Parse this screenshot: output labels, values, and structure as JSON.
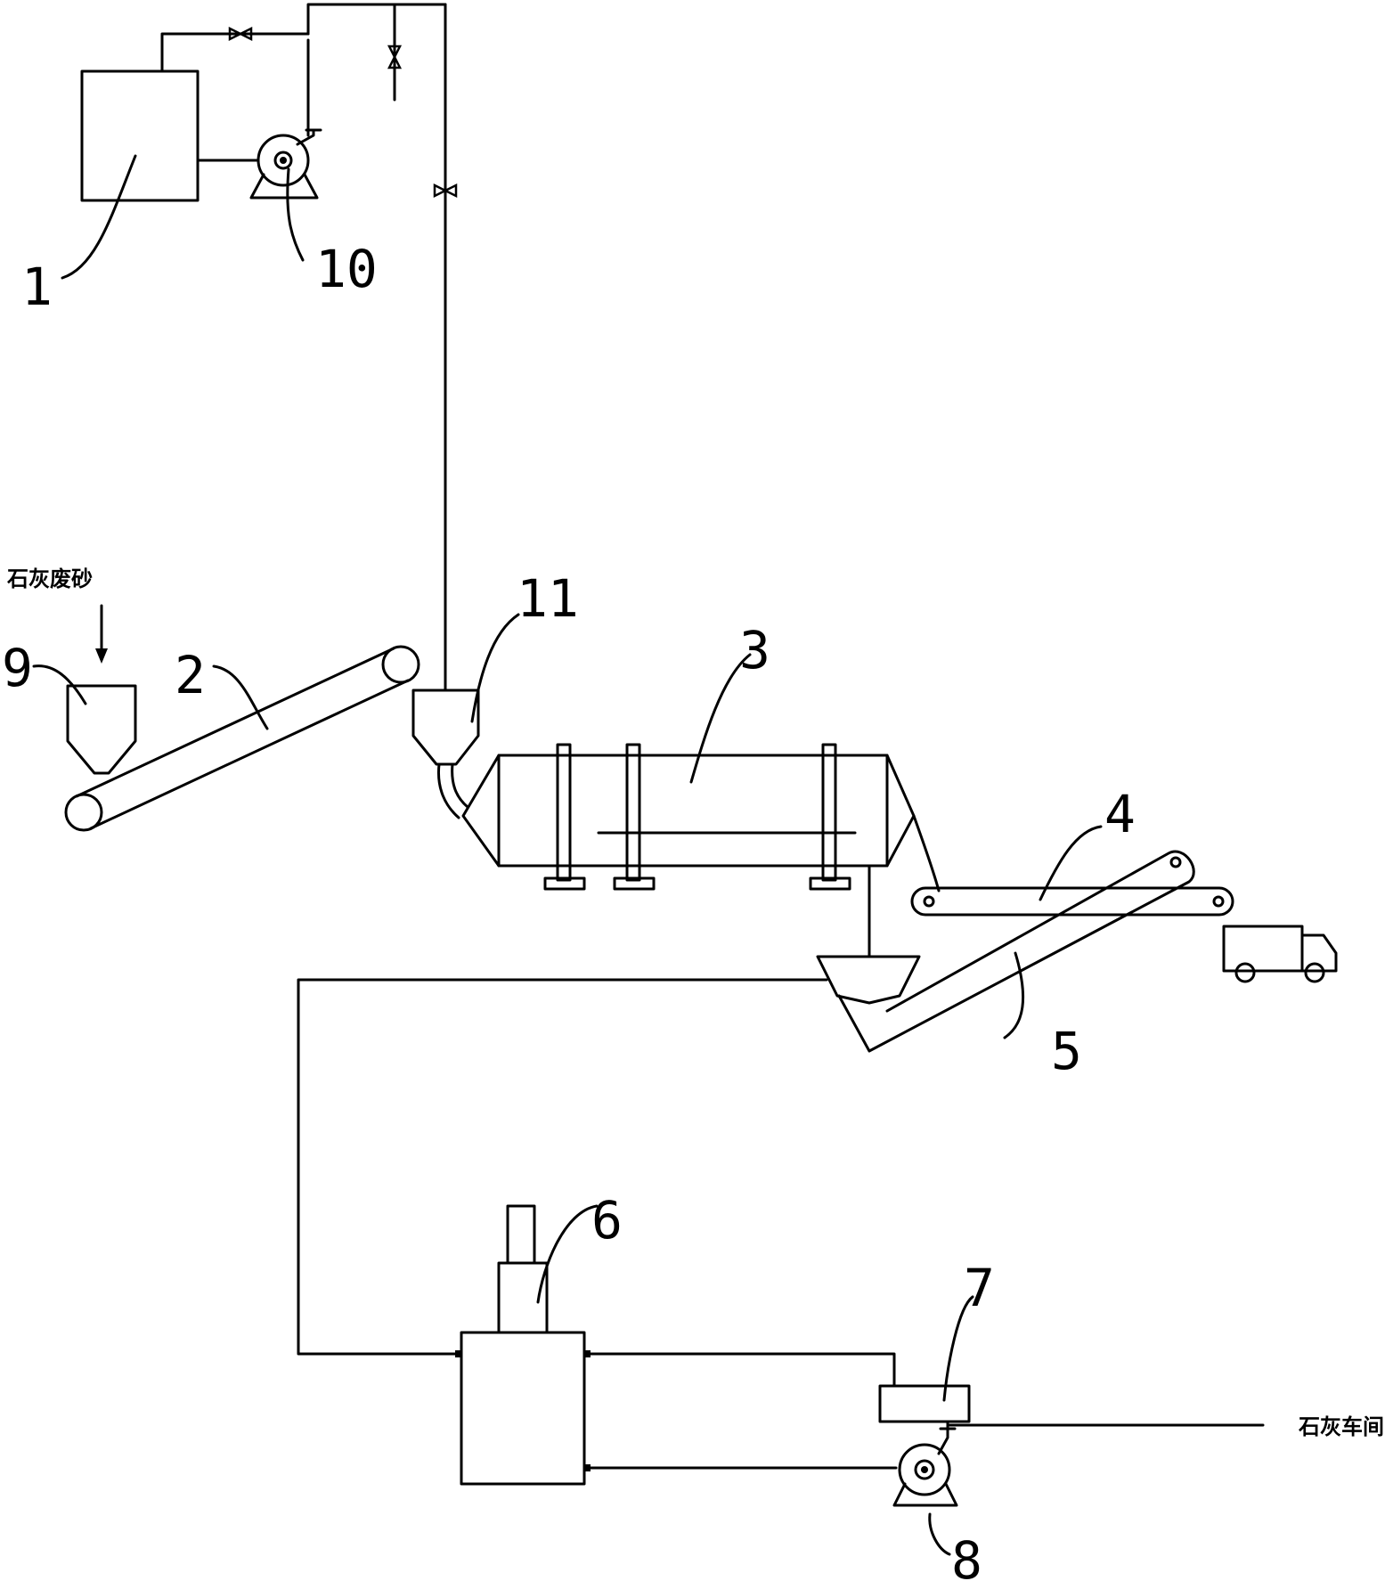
{
  "labels": {
    "n1": "1",
    "n2": "2",
    "n3": "3",
    "n4": "4",
    "n5": "5",
    "n6": "6",
    "n7": "7",
    "n8": "8",
    "n9": "9",
    "n10": "10",
    "n11": "11"
  },
  "notes": {
    "input": "石灰废砂",
    "output": "石灰车间"
  }
}
